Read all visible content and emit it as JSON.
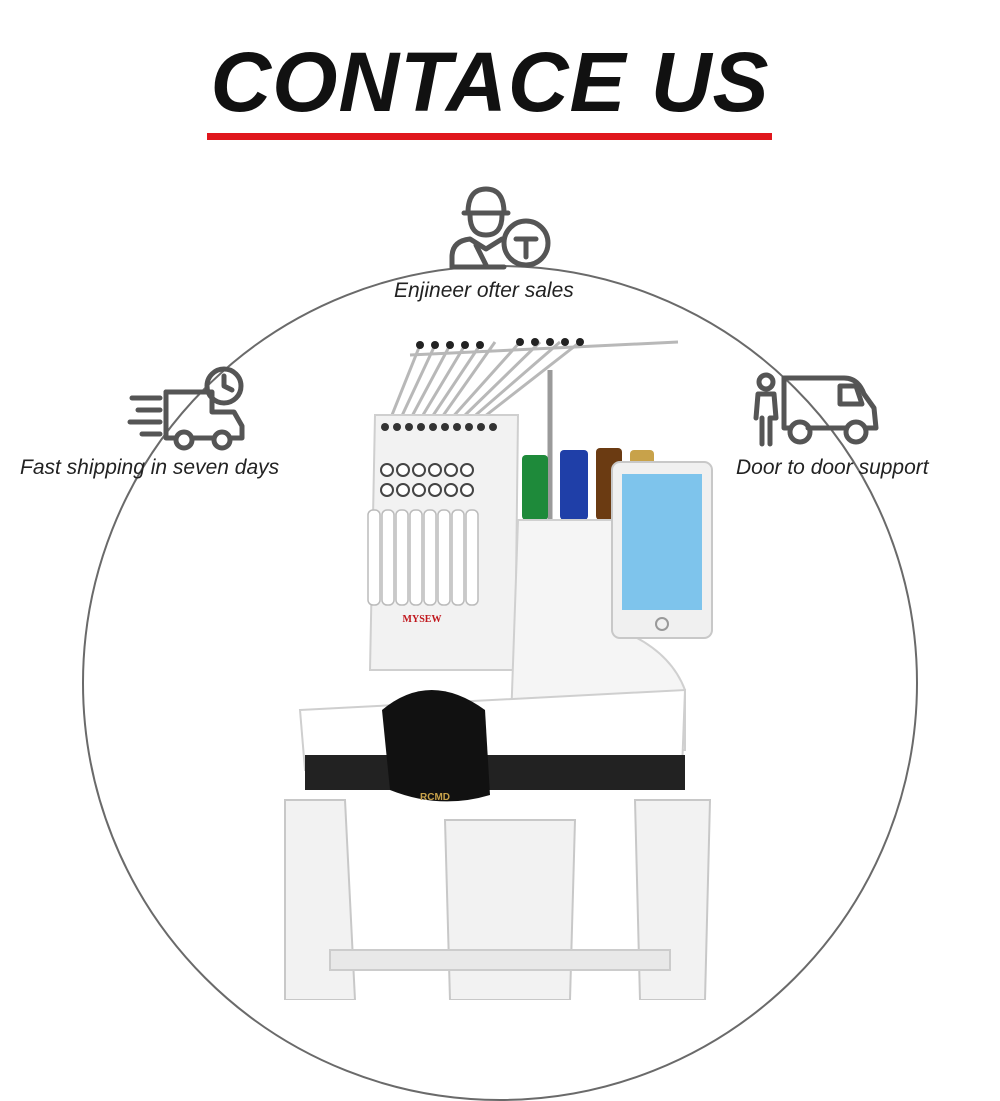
{
  "title": "CONTACE US",
  "colors": {
    "title": "#111111",
    "underline": "#e0161c",
    "icon_stroke": "#555555",
    "circle": "#6a6a6a"
  },
  "features": [
    {
      "label": "Enjineer ofter sales",
      "icon": "engineer-icon"
    },
    {
      "label": "Fast shipping in seven days",
      "icon": "delivery-truck-icon"
    },
    {
      "label": "Door to door support",
      "icon": "door-delivery-van-icon"
    }
  ],
  "machine": {
    "brand_label": "MYSEW",
    "cap_label": "RCMD",
    "description": "embroidery-machine-image"
  }
}
